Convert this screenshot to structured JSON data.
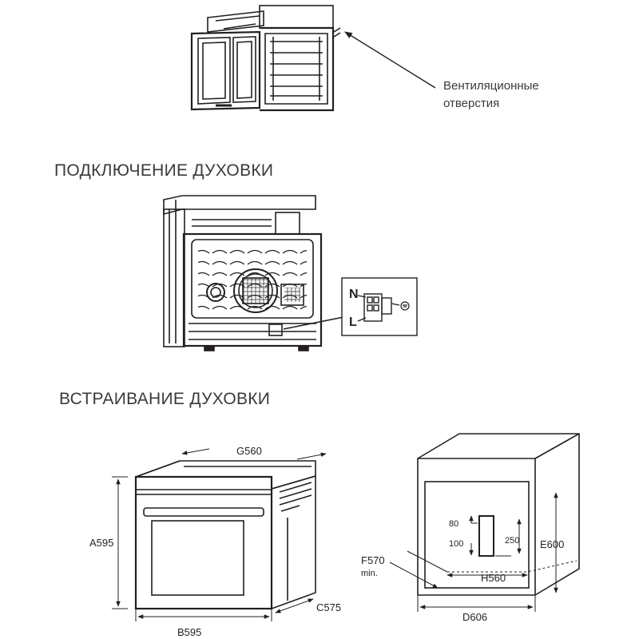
{
  "vent_callout": {
    "line1": "Вентиляционные",
    "line2": "отверстия"
  },
  "sections": {
    "connection_title": "ПОДКЛЮЧЕНИЕ ДУХОВКИ",
    "install_title": "ВСТРАИВАНИЕ ДУХОВКИ"
  },
  "terminal": {
    "neutral": "N",
    "live": "L"
  },
  "oven_dims": {
    "height": "A595",
    "width": "B595",
    "depth": "C575",
    "top_width": "G560"
  },
  "cabinet_dims": {
    "height": "E600",
    "depth": "D606",
    "inner_width": "H560",
    "min_depth_line1": "F570",
    "min_depth_line2": "min.",
    "cutout_a": "80",
    "cutout_b": "100",
    "cutout_c": "250"
  },
  "colors": {
    "line": "#231f20",
    "text": "#3a3a3a",
    "background": "#ffffff"
  }
}
